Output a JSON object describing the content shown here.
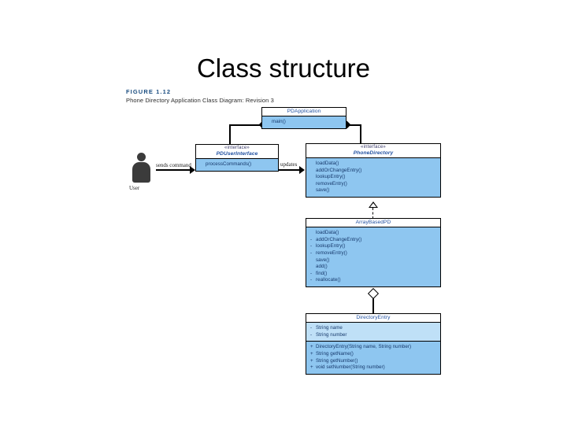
{
  "slide": {
    "title": "Class structure"
  },
  "figure": {
    "number": "FIGURE 1.12",
    "caption": "Phone Directory Application Class Diagram: Revision 3"
  },
  "actor": {
    "label": "User",
    "icon": "person-icon"
  },
  "edges": [
    {
      "id": "sends-command",
      "label": "sends command"
    },
    {
      "id": "updates",
      "label": "updates"
    }
  ],
  "classes": {
    "pdapplication": {
      "stereotype": "",
      "name": "PDApplication",
      "attributes": [],
      "operations": [
        {
          "vis": "",
          "text": "main()"
        }
      ]
    },
    "pduserinterface": {
      "stereotype": "«interface»",
      "name": "PDUserInterface",
      "attributes": [],
      "operations": [
        {
          "vis": "",
          "text": "processCommands()"
        }
      ]
    },
    "phonedirectory": {
      "stereotype": "«interface»",
      "name": "PhoneDirectory",
      "attributes": [],
      "operations": [
        {
          "vis": "",
          "text": "loadData()"
        },
        {
          "vis": "",
          "text": "addOrChangeEntry()"
        },
        {
          "vis": "",
          "text": "lookupEntry()"
        },
        {
          "vis": "",
          "text": "removeEntry()"
        },
        {
          "vis": "",
          "text": "save()"
        }
      ]
    },
    "arraybasedpd": {
      "stereotype": "",
      "name": "ArrayBasedPD",
      "attributes": [],
      "operations": [
        {
          "vis": "",
          "text": "loadData()"
        },
        {
          "vis": "-",
          "text": "addOrChangeEntry()"
        },
        {
          "vis": "-",
          "text": "lookupEntry()"
        },
        {
          "vis": "-",
          "text": "removeEntry()"
        },
        {
          "vis": "",
          "text": "save()"
        },
        {
          "vis": "",
          "text": "add()"
        },
        {
          "vis": "-",
          "text": "find()"
        },
        {
          "vis": "-",
          "text": "reallocate()"
        }
      ]
    },
    "directoryentry": {
      "stereotype": "",
      "name": "DirectoryEntry",
      "attributes": [
        {
          "vis": "-",
          "text": "String name"
        },
        {
          "vis": "-",
          "text": "String number"
        }
      ],
      "operations": [
        {
          "vis": "+",
          "text": "DirectoryEntry(String name, String number)"
        },
        {
          "vis": "+",
          "text": "String getName()"
        },
        {
          "vis": "+",
          "text": "String getNumber()"
        },
        {
          "vis": "+",
          "text": "void setNumber(String number)"
        }
      ]
    }
  },
  "relations": [
    {
      "from": "pdapplication",
      "to": "pduserinterface",
      "type": "composition"
    },
    {
      "from": "pdapplication",
      "to": "phonedirectory",
      "type": "composition"
    },
    {
      "from": "arraybasedpd",
      "to": "phonedirectory",
      "type": "realization"
    },
    {
      "from": "directoryentry",
      "to": "arraybasedpd",
      "type": "aggregation"
    }
  ],
  "colors": {
    "compartment_fill": "#8ec6f0",
    "compartment_fill_light": "#bfe0f7",
    "class_name": "#1f4fa0",
    "member_text": "#16386b",
    "caption": "#1a4d80",
    "stroke": "#000000"
  }
}
